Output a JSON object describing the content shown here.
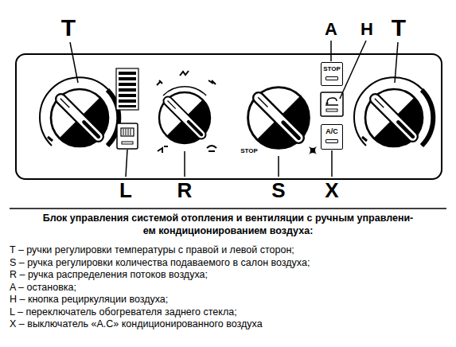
{
  "diagram": {
    "title": "Блок управления системой отопления и вентиляции с ручным управлени-ем кондиционированием воздуха:",
    "nodes": [
      {
        "text": [
          "STOP"
        ]
      },
      {
        "text": [
          "A/C"
        ]
      }
    ],
    "labels": [
      "T",
      "A",
      "H",
      "T",
      "L",
      "R",
      "S",
      "X",
      "STOP",
      "T – ручки регулировки температуры с правой и левой сторон;",
      "S – ручка регулировки количества подаваемого в салон воздуха;",
      "R – ручка распределения потоков воздуха;",
      "A – остановка;",
      "H – кнопка рециркуляции воздуха;",
      "L – переключатель обогревателя заднего стекла;",
      "X – выключатель «A.C» кондиционированного воздуха"
    ]
  }
}
